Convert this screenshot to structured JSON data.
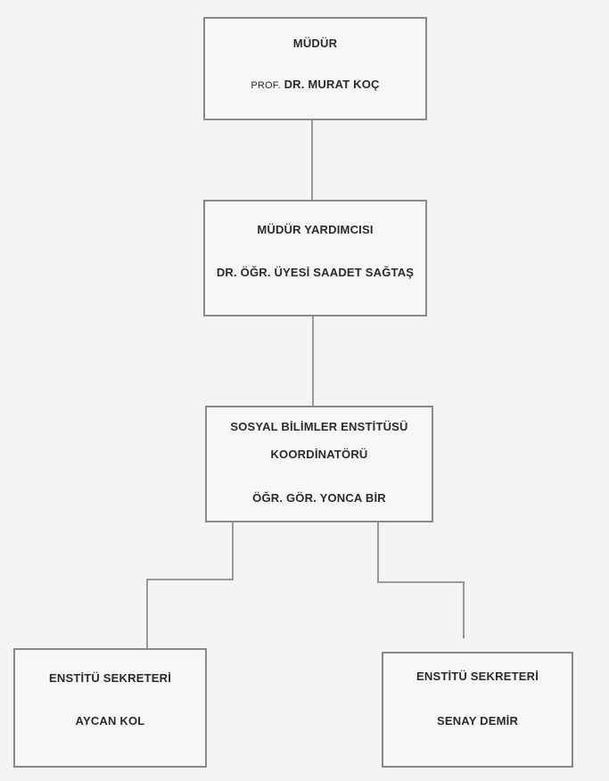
{
  "nodes": {
    "director": {
      "title": "MÜDÜR",
      "name_prefix": "PROF.",
      "name": "DR. MURAT KOÇ"
    },
    "deputy": {
      "title": "MÜDÜR YARDIMCISI",
      "name": "DR. ÖĞR. ÜYESİ SAADET SAĞTAŞ"
    },
    "coordinator": {
      "title_line1": "SOSYAL BİLİMLER ENSTİTÜSÜ",
      "title_line2": "KOORDİNATÖRÜ",
      "name": "ÖĞR. GÖR. YONCA BİR"
    },
    "secretary_left": {
      "title": "ENSTİTÜ SEKRETERİ",
      "name": "AYCAN KOL"
    },
    "secretary_right": {
      "title": "ENSTİTÜ SEKRETERİ",
      "name": "SENAY DEMİR"
    }
  },
  "colors": {
    "border": "#8a8a8a",
    "connector": "#9a9a9a",
    "text": "#2b2b2b",
    "background": "#f4f4f2"
  }
}
